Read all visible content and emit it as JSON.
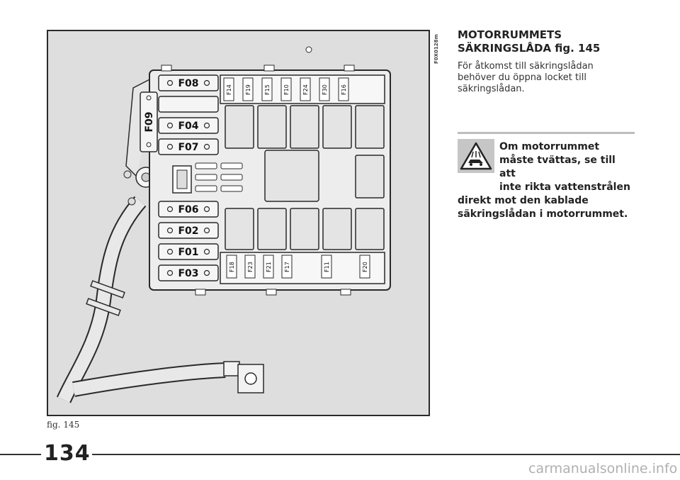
{
  "figure": {
    "code": "F0X0128m",
    "caption": "fig. 145",
    "fuses_left": [
      "F08",
      "F09",
      "F04",
      "F07",
      "F06",
      "F02",
      "F01",
      "F03"
    ],
    "fuses_top": [
      "F14",
      "F19",
      "F15",
      "F10",
      "F24",
      "F30",
      "F16"
    ],
    "fuses_bottom": [
      "F18",
      "F23",
      "F21",
      "F17",
      "F11",
      "F20"
    ]
  },
  "section": {
    "heading_line1": "MOTORRUMMETS",
    "heading_line2": "SÄKRINGSLÅDA fig. 145",
    "body_line1": "För åtkomst till säkringslådan",
    "body_line2": "behöver du öppna locket till",
    "body_line3": "säkringslådan."
  },
  "warning": {
    "icon": "car-wash-warning-icon",
    "line1": "Om motorrummet",
    "line2": "måste tvättas, se till att",
    "line3": "inte rikta vattenstrålen",
    "line4": "direkt mot den kablade",
    "line5": "säkringslådan i motorrummet."
  },
  "footer": {
    "page_number": "134",
    "watermark": "carmanualsonline.info"
  }
}
